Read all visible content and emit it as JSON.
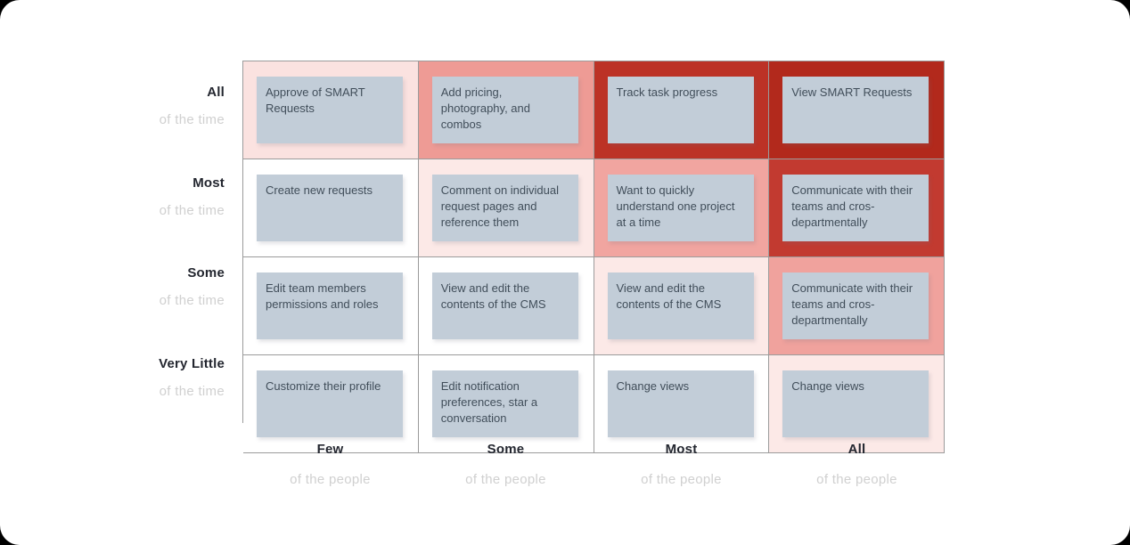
{
  "matrix": {
    "row_axis": [
      {
        "primary": "All",
        "secondary": "of the time"
      },
      {
        "primary": "Most",
        "secondary": "of the time"
      },
      {
        "primary": "Some",
        "secondary": "of the time"
      },
      {
        "primary": "Very Little",
        "secondary": "of the time"
      }
    ],
    "col_axis": [
      {
        "primary": "Few",
        "secondary": "of the people"
      },
      {
        "primary": "Some",
        "secondary": "of the people"
      },
      {
        "primary": "Most",
        "secondary": "of the people"
      },
      {
        "primary": "All",
        "secondary": "of the people"
      }
    ],
    "cells": [
      {
        "row": "All",
        "col": "Few",
        "bg": "#fbe2e0",
        "task": "Approve of SMART Requests"
      },
      {
        "row": "All",
        "col": "Some",
        "bg": "#ee9b95",
        "task": "Add pricing, photography, and combos"
      },
      {
        "row": "All",
        "col": "Most",
        "bg": "#bc3226",
        "task": "Track task progress"
      },
      {
        "row": "All",
        "col": "All",
        "bg": "#b2291c",
        "task": "View SMART Requests"
      },
      {
        "row": "Most",
        "col": "Few",
        "bg": "#ffffff",
        "task": "Create new requests"
      },
      {
        "row": "Most",
        "col": "Some",
        "bg": "#fce9e7",
        "task": "Comment on individual request pages and reference them"
      },
      {
        "row": "Most",
        "col": "Most",
        "bg": "#f1a5a0",
        "task": "Want to quickly understand one project at a time"
      },
      {
        "row": "Most",
        "col": "All",
        "bg": "#c23a30",
        "task": "Communicate with their teams and cros-departmentally"
      },
      {
        "row": "Some",
        "col": "Few",
        "bg": "#ffffff",
        "task": "Edit team members permissions and roles"
      },
      {
        "row": "Some",
        "col": "Some",
        "bg": "#ffffff",
        "task": "View and edit the contents of the CMS"
      },
      {
        "row": "Some",
        "col": "Most",
        "bg": "#fce9e7",
        "task": "View and edit the contents of the CMS"
      },
      {
        "row": "Some",
        "col": "All",
        "bg": "#f0a29d",
        "task": "Communicate with their teams and cros-departmentally"
      },
      {
        "row": "Very Little",
        "col": "Few",
        "bg": "#ffffff",
        "task": "Customize their profile"
      },
      {
        "row": "Very Little",
        "col": "Some",
        "bg": "#ffffff",
        "task": "Edit notification preferences, star a conversation"
      },
      {
        "row": "Very Little",
        "col": "Most",
        "bg": "#ffffff",
        "task": "Change views"
      },
      {
        "row": "Very Little",
        "col": "All",
        "bg": "#fce9e7",
        "task": "Change views"
      }
    ],
    "colors": {
      "card_bg": "#c2cdd8",
      "card_text": "#414e5a",
      "grid_border": "#9b9b9b",
      "axis_primary": "#23262f",
      "axis_secondary": "#d0d0d0"
    }
  }
}
